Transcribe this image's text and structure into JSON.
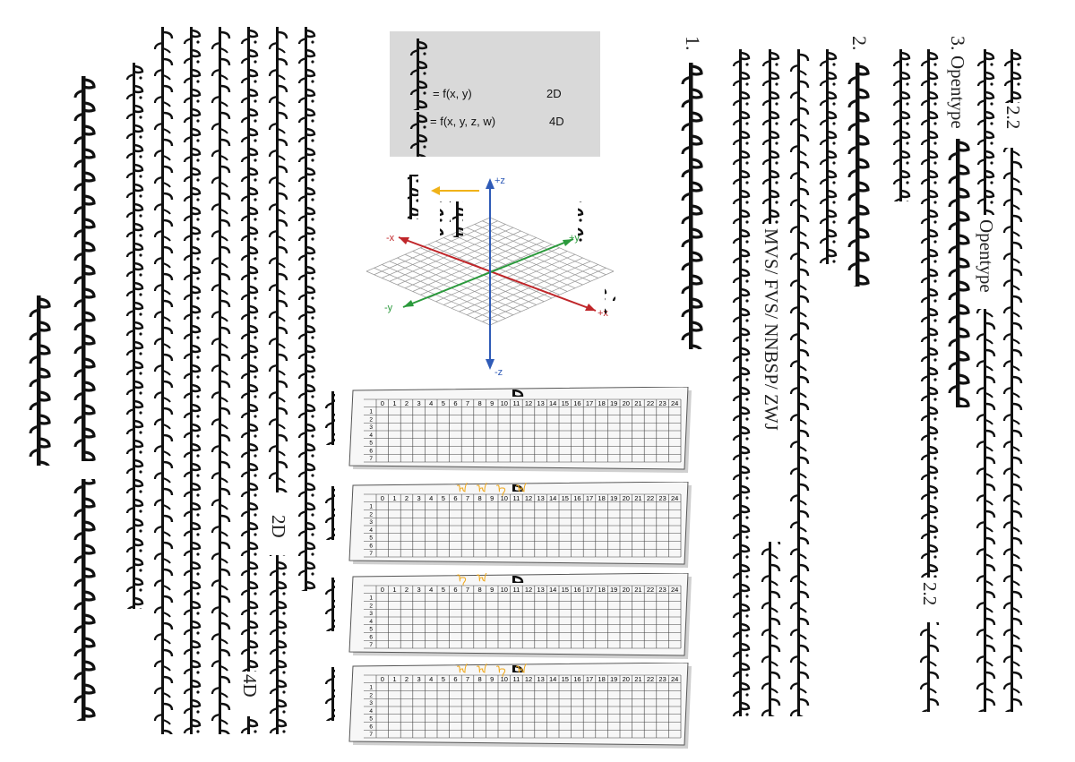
{
  "page": {
    "background": "#ffffff",
    "text_color": "#111111"
  },
  "colors": {
    "axis_x": "#c0262a",
    "axis_y": "#2b9a3c",
    "axis_z": "#2f5bb7",
    "arrow_w": "#f0b219",
    "box_bg": "#d9d9d9",
    "annotation": "#f0a81a"
  },
  "text_columns": [
    {
      "id": "c1",
      "latin": "2.2"
    },
    {
      "id": "c2",
      "latin": "Opentype"
    },
    {
      "id": "c3",
      "number": "3.",
      "latin": "Opentype"
    },
    {
      "id": "c4",
      "latin": "2.2"
    },
    {
      "id": "c5",
      "number": "2."
    },
    {
      "id": "c6",
      "latin": ""
    },
    {
      "id": "c7",
      "latin": "MVS/ FVS/ NNBSP/ ZWJ"
    },
    {
      "id": "c8",
      "latin": ""
    },
    {
      "id": "c9",
      "number": "1."
    }
  ],
  "lower_columns": [
    {
      "id": "l1",
      "latin": "2D"
    },
    {
      "id": "l2",
      "latin": "4D"
    },
    {
      "id": "l3",
      "latin": ""
    },
    {
      "id": "l4",
      "latin": ""
    },
    {
      "id": "l5",
      "latin": ""
    }
  ],
  "formula": {
    "row1": {
      "expr": "= f(x, y)",
      "dim": "2D"
    },
    "row2": {
      "expr": "= f(x, y, z, w)",
      "dim": "4D"
    }
  },
  "axes": {
    "plus_z": "+z",
    "minus_z": "-z",
    "plus_x": "+x",
    "minus_x": "-x",
    "plus_y": "+y",
    "minus_y": "-y"
  },
  "grid": {
    "columns": [
      "0",
      "1",
      "2",
      "3",
      "4",
      "5",
      "6",
      "7",
      "8",
      "9",
      "10",
      "11",
      "12",
      "13",
      "14",
      "15",
      "16",
      "17",
      "18",
      "19",
      "20",
      "21",
      "22",
      "23",
      "24"
    ],
    "rows": [
      "1",
      "2",
      "3",
      "4",
      "5",
      "6",
      "7"
    ],
    "sheet_count": 4
  },
  "annotations": {
    "sheet2": [
      "ᠠ",
      "ᠠ",
      "ᠡ",
      "ᠠ"
    ],
    "sheet3_top": [
      "ᠡ",
      "ᠠ"
    ],
    "sheet3_bottom": [
      "ᠠ",
      "ᠠ"
    ],
    "sheet4": [
      "ᠠ",
      "ᠠ",
      "ᠡ",
      "ᠠ"
    ]
  }
}
